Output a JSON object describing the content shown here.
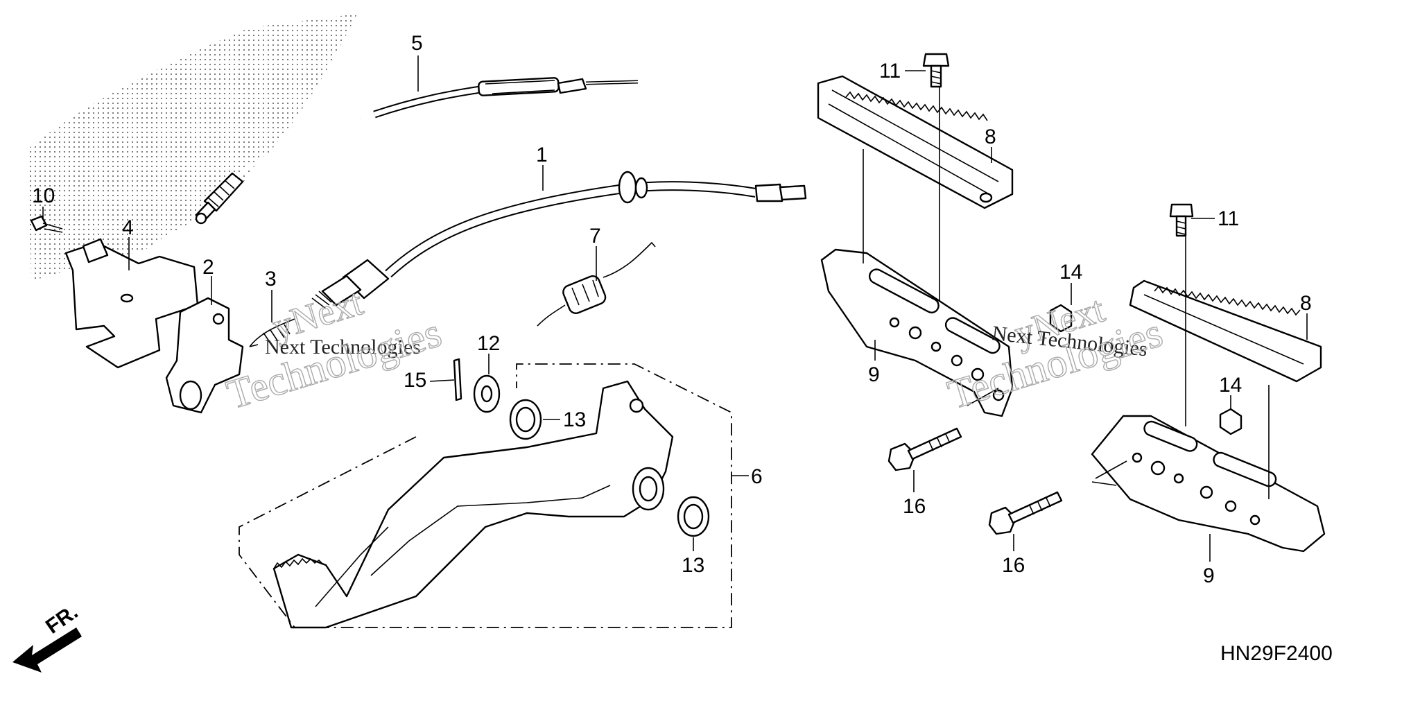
{
  "diagram": {
    "code": "HN29F2400",
    "direction_label": "FR.",
    "callouts": [
      {
        "id": "c1",
        "text": "1"
      },
      {
        "id": "c2",
        "text": "2"
      },
      {
        "id": "c3",
        "text": "3"
      },
      {
        "id": "c4",
        "text": "4"
      },
      {
        "id": "c5",
        "text": "5"
      },
      {
        "id": "c6",
        "text": "6"
      },
      {
        "id": "c7",
        "text": "7"
      },
      {
        "id": "c8a",
        "text": "8"
      },
      {
        "id": "c8b",
        "text": "8"
      },
      {
        "id": "c9a",
        "text": "9"
      },
      {
        "id": "c9b",
        "text": "9"
      },
      {
        "id": "c10",
        "text": "10"
      },
      {
        "id": "c11a",
        "text": "11"
      },
      {
        "id": "c11b",
        "text": "11"
      },
      {
        "id": "c12",
        "text": "12"
      },
      {
        "id": "c13a",
        "text": "13"
      },
      {
        "id": "c13b",
        "text": "13"
      },
      {
        "id": "c14a",
        "text": "14"
      },
      {
        "id": "c14b",
        "text": "14"
      },
      {
        "id": "c15",
        "text": "15"
      },
      {
        "id": "c16a",
        "text": "16"
      },
      {
        "id": "c16b",
        "text": "16"
      }
    ]
  },
  "watermark": {
    "brand": "yNext",
    "line1": "Next Technologies",
    "line2": "Technologies"
  },
  "colors": {
    "ink": "#000000",
    "background": "#ffffff",
    "watermark": "#aaaaaa"
  }
}
